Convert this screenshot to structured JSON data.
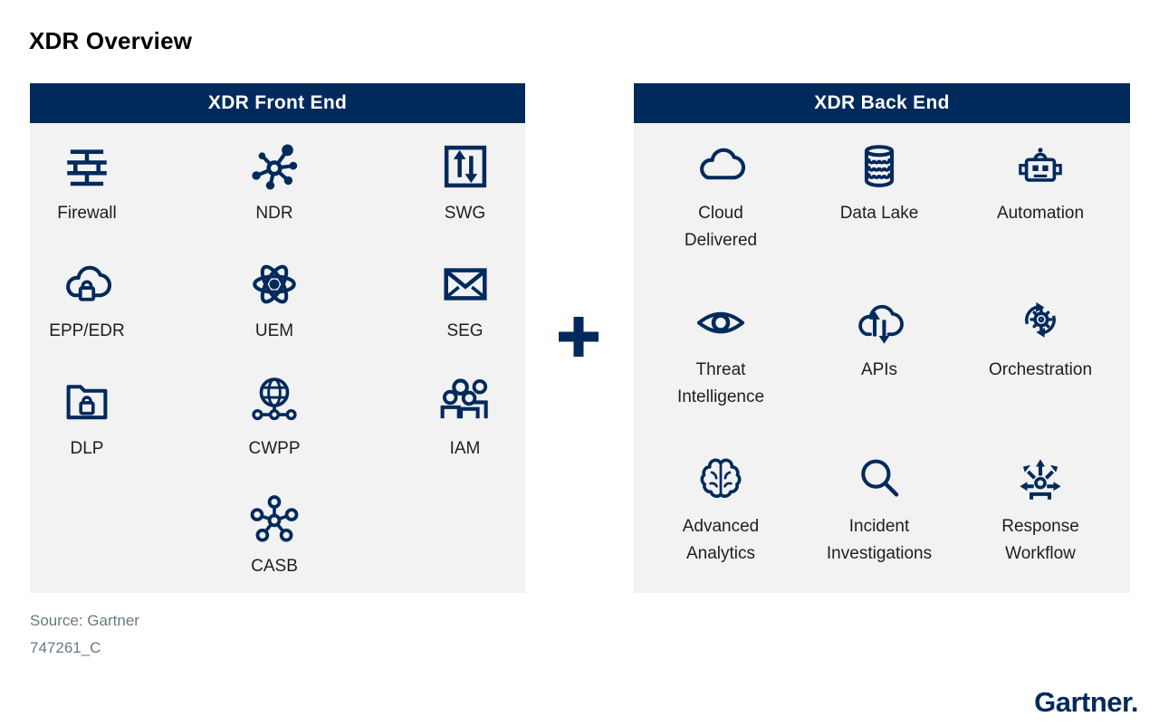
{
  "title": "XDR Overview",
  "plus_sign": "+",
  "front_end": {
    "header": "XDR Front End",
    "items": [
      {
        "label": "Firewall",
        "icon": "firewall-icon"
      },
      {
        "label": "NDR",
        "icon": "network-hub-icon"
      },
      {
        "label": "SWG",
        "icon": "gateway-arrows-icon"
      },
      {
        "label": "EPP/EDR",
        "icon": "cloud-lock-icon"
      },
      {
        "label": "UEM",
        "icon": "atom-icon"
      },
      {
        "label": "SEG",
        "icon": "envelope-icon"
      },
      {
        "label": "DLP",
        "icon": "folder-lock-icon"
      },
      {
        "label": "CWPP",
        "icon": "globe-network-icon"
      },
      {
        "label": "IAM",
        "icon": "people-group-icon"
      },
      {
        "label": "CASB",
        "icon": "hub-nodes-icon"
      }
    ]
  },
  "back_end": {
    "header": "XDR Back End",
    "items": [
      {
        "label": "Cloud Delivered",
        "icon": "cloud-icon"
      },
      {
        "label": "Data Lake",
        "icon": "database-waves-icon"
      },
      {
        "label": "Automation",
        "icon": "robot-icon"
      },
      {
        "label": "Threat Intelligence",
        "icon": "eye-icon"
      },
      {
        "label": "APIs",
        "icon": "cloud-arrows-icon"
      },
      {
        "label": "Orchestration",
        "icon": "gear-sync-icon"
      },
      {
        "label": "Advanced Analytics",
        "icon": "brain-icon"
      },
      {
        "label": "Incident Investigations",
        "icon": "magnifier-icon"
      },
      {
        "label": "Response Workflow",
        "icon": "person-arrows-icon"
      }
    ]
  },
  "footer": {
    "source": "Source: Gartner",
    "document_id": "747261_C"
  },
  "logo_text": "Gartner.",
  "colors": {
    "navy": "#002a5c",
    "panel_bg": "#f2f2f2",
    "label_text": "#1e1e1e",
    "muted_text": "#6a7880"
  }
}
